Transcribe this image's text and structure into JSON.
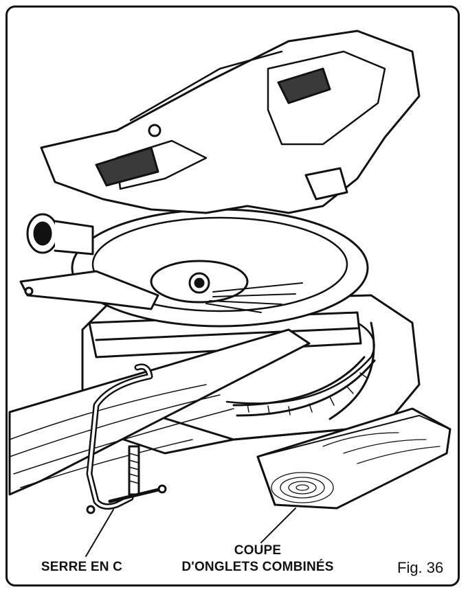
{
  "labels": {
    "clamp": "SERRE EN C",
    "cut_line1": "COUPE",
    "cut_line2": "D'ONGLETS COMBINÉS",
    "figure": "Fig. 36"
  },
  "colors": {
    "ink": "#111111",
    "paper": "#ffffff",
    "shade": "#3a3a3a"
  }
}
